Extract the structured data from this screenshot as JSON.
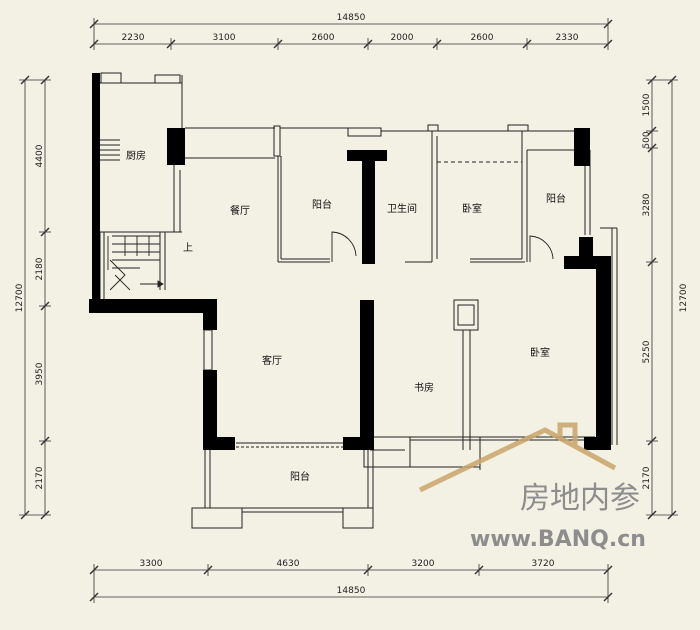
{
  "floor_plan": {
    "dimensions": {
      "top_total": "14850",
      "top_segments": [
        "2230",
        "3100",
        "2600",
        "2000",
        "2600",
        "2330"
      ],
      "bottom_total": "14850",
      "bottom_segments": [
        "3300",
        "4630",
        "3200",
        "3720"
      ],
      "left_total": "12700",
      "left_segments": [
        "4400",
        "2180",
        "3950",
        "2170"
      ],
      "right_total": "12700",
      "right_segments": [
        "1500",
        "500",
        "3280",
        "5250",
        "2170"
      ]
    },
    "rooms": {
      "kitchen": "厨房",
      "dining": "餐厅",
      "balcony_center": "阳台",
      "bathroom": "卫生间",
      "bedroom_top": "卧室",
      "balcony_right": "阳台",
      "stair_up": "上",
      "living": "客厅",
      "study": "书房",
      "bedroom_main": "卧室",
      "balcony_bottom": "阳台"
    }
  },
  "watermark": {
    "brand": "房地内参",
    "url": "www.BANQ.cn"
  }
}
